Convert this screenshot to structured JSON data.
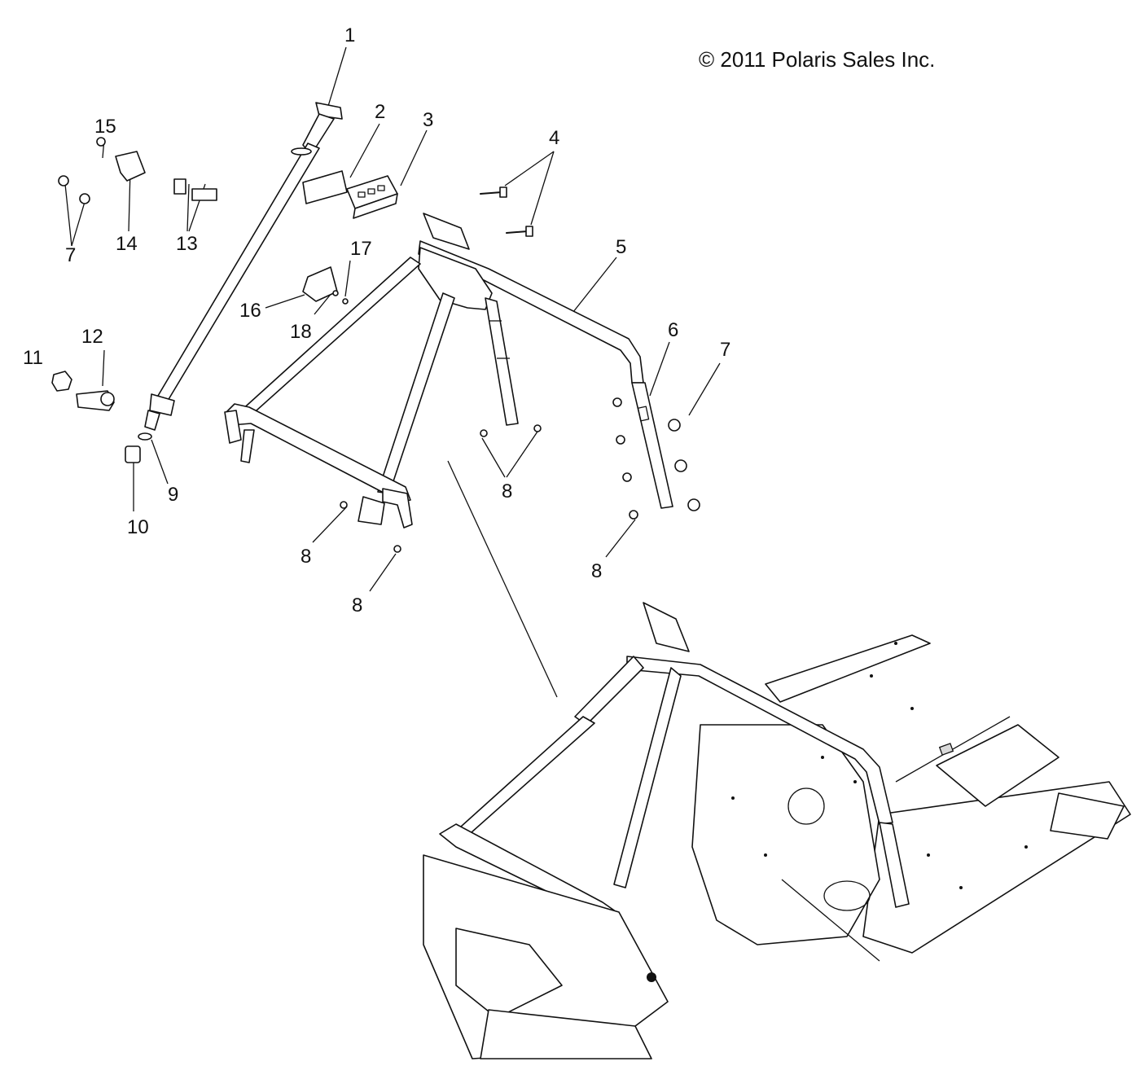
{
  "copyright": "© 2011 Polaris Sales Inc.",
  "callouts": [
    {
      "id": "c1",
      "text": "1"
    },
    {
      "id": "c2",
      "text": "2"
    },
    {
      "id": "c3",
      "text": "3"
    },
    {
      "id": "c4",
      "text": "4"
    },
    {
      "id": "c5",
      "text": "5"
    },
    {
      "id": "c6",
      "text": "6"
    },
    {
      "id": "c7a",
      "text": "7"
    },
    {
      "id": "c7b",
      "text": "7"
    },
    {
      "id": "c8a",
      "text": "8"
    },
    {
      "id": "c8b",
      "text": "8"
    },
    {
      "id": "c8c",
      "text": "8"
    },
    {
      "id": "c8d",
      "text": "8"
    },
    {
      "id": "c9",
      "text": "9"
    },
    {
      "id": "c10",
      "text": "10"
    },
    {
      "id": "c11",
      "text": "11"
    },
    {
      "id": "c12",
      "text": "12"
    },
    {
      "id": "c13",
      "text": "13"
    },
    {
      "id": "c14",
      "text": "14"
    },
    {
      "id": "c15",
      "text": "15"
    },
    {
      "id": "c16",
      "text": "16"
    },
    {
      "id": "c17",
      "text": "17"
    },
    {
      "id": "c18",
      "text": "18"
    }
  ]
}
